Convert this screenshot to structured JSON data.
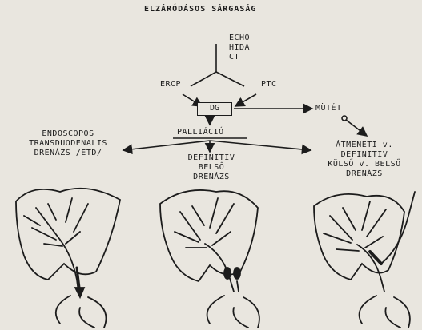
{
  "title": "ELZÁRÓDÁSOS SÁRGASÁG",
  "imaging": "ECHO\nHIDA\nCT",
  "ercp": "ERCP",
  "ptc": "PTC",
  "dg": "DG",
  "mutet": "MÜTÉT",
  "palliacio": "PALLIÁCIÓ",
  "etd": "ENDOSCOPOS\nTRANSDUODENALIS\nDRENÁZS /ETD/",
  "definitiv_belso": "DEFINITIV\nBELSŐ\nDRENÁZS",
  "atmeneti": "ÁTMENETI v.\nDEFINITIV\nKÜLSŐ v. BELSŐ\nDRENÁZS",
  "colors": {
    "ink": "#1c1c1c",
    "paper": "#e9e6df"
  },
  "illustrations": [
    "liver-endoprosthesis-figure",
    "liver-double-stent-figure",
    "liver-external-drain-figure"
  ]
}
